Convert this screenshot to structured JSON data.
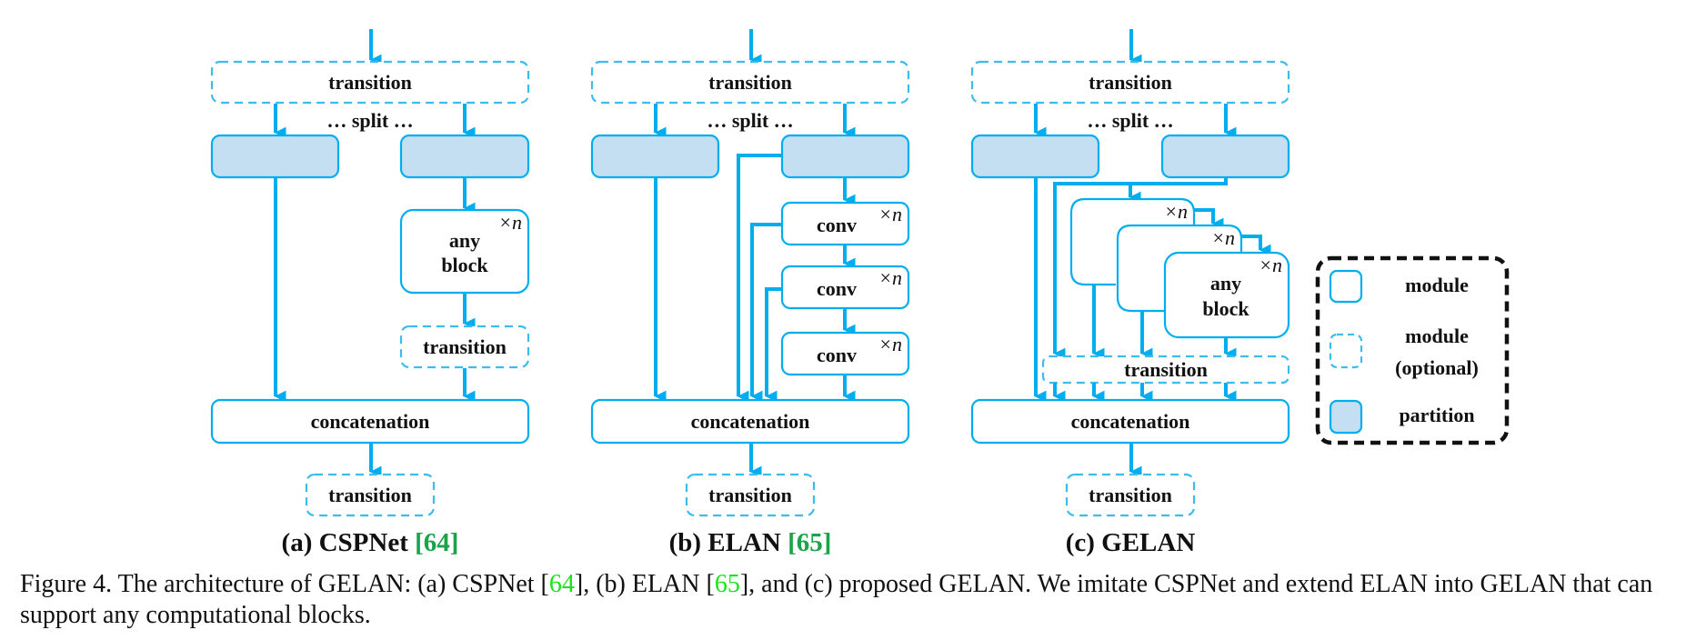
{
  "colors": {
    "line": "#00aeef",
    "dash": "#3cbcec",
    "partition_fill": "#c3dff1",
    "text": "#111111",
    "subtitle_ref": "#1aa34a",
    "caption_ref": "#19e31a",
    "legend_border": "#111111"
  },
  "panels": [
    {
      "id": "cspnet",
      "label": "(a) CSPNet",
      "ref": "[64]",
      "top_transition": "transition",
      "split": "… split …",
      "block": [
        "any",
        "block"
      ],
      "repeat": "×n",
      "inner_transition": "transition",
      "concat": "concatenation",
      "bottom_transition": "transition"
    },
    {
      "id": "elan",
      "label": "(b) ELAN",
      "ref": "[65]",
      "top_transition": "transition",
      "split": "… split …",
      "convs": [
        "conv",
        "conv",
        "conv"
      ],
      "repeat": "×n",
      "concat": "concatenation",
      "bottom_transition": "transition"
    },
    {
      "id": "gelan",
      "label": "(c) GELAN",
      "top_transition": "transition",
      "split": "… split …",
      "block": [
        "any",
        "block"
      ],
      "repeat": "×n",
      "inner_transition": "transition",
      "concat": "concatenation",
      "bottom_transition": "transition"
    }
  ],
  "legend": [
    {
      "kind": "module",
      "label": [
        "module"
      ]
    },
    {
      "kind": "optional",
      "label": [
        "module",
        "(optional)"
      ]
    },
    {
      "kind": "partition",
      "label": [
        "partition"
      ]
    }
  ],
  "caption": {
    "p1": "Figure 4. The architecture of GELAN: (a) CSPNet [",
    "r1": "64",
    "p2": "], (b) ELAN [",
    "r2": "65",
    "p3": "], and (c) proposed GELAN. We imitate CSPNet and extend ELAN into GELAN that can support any computational blocks."
  }
}
